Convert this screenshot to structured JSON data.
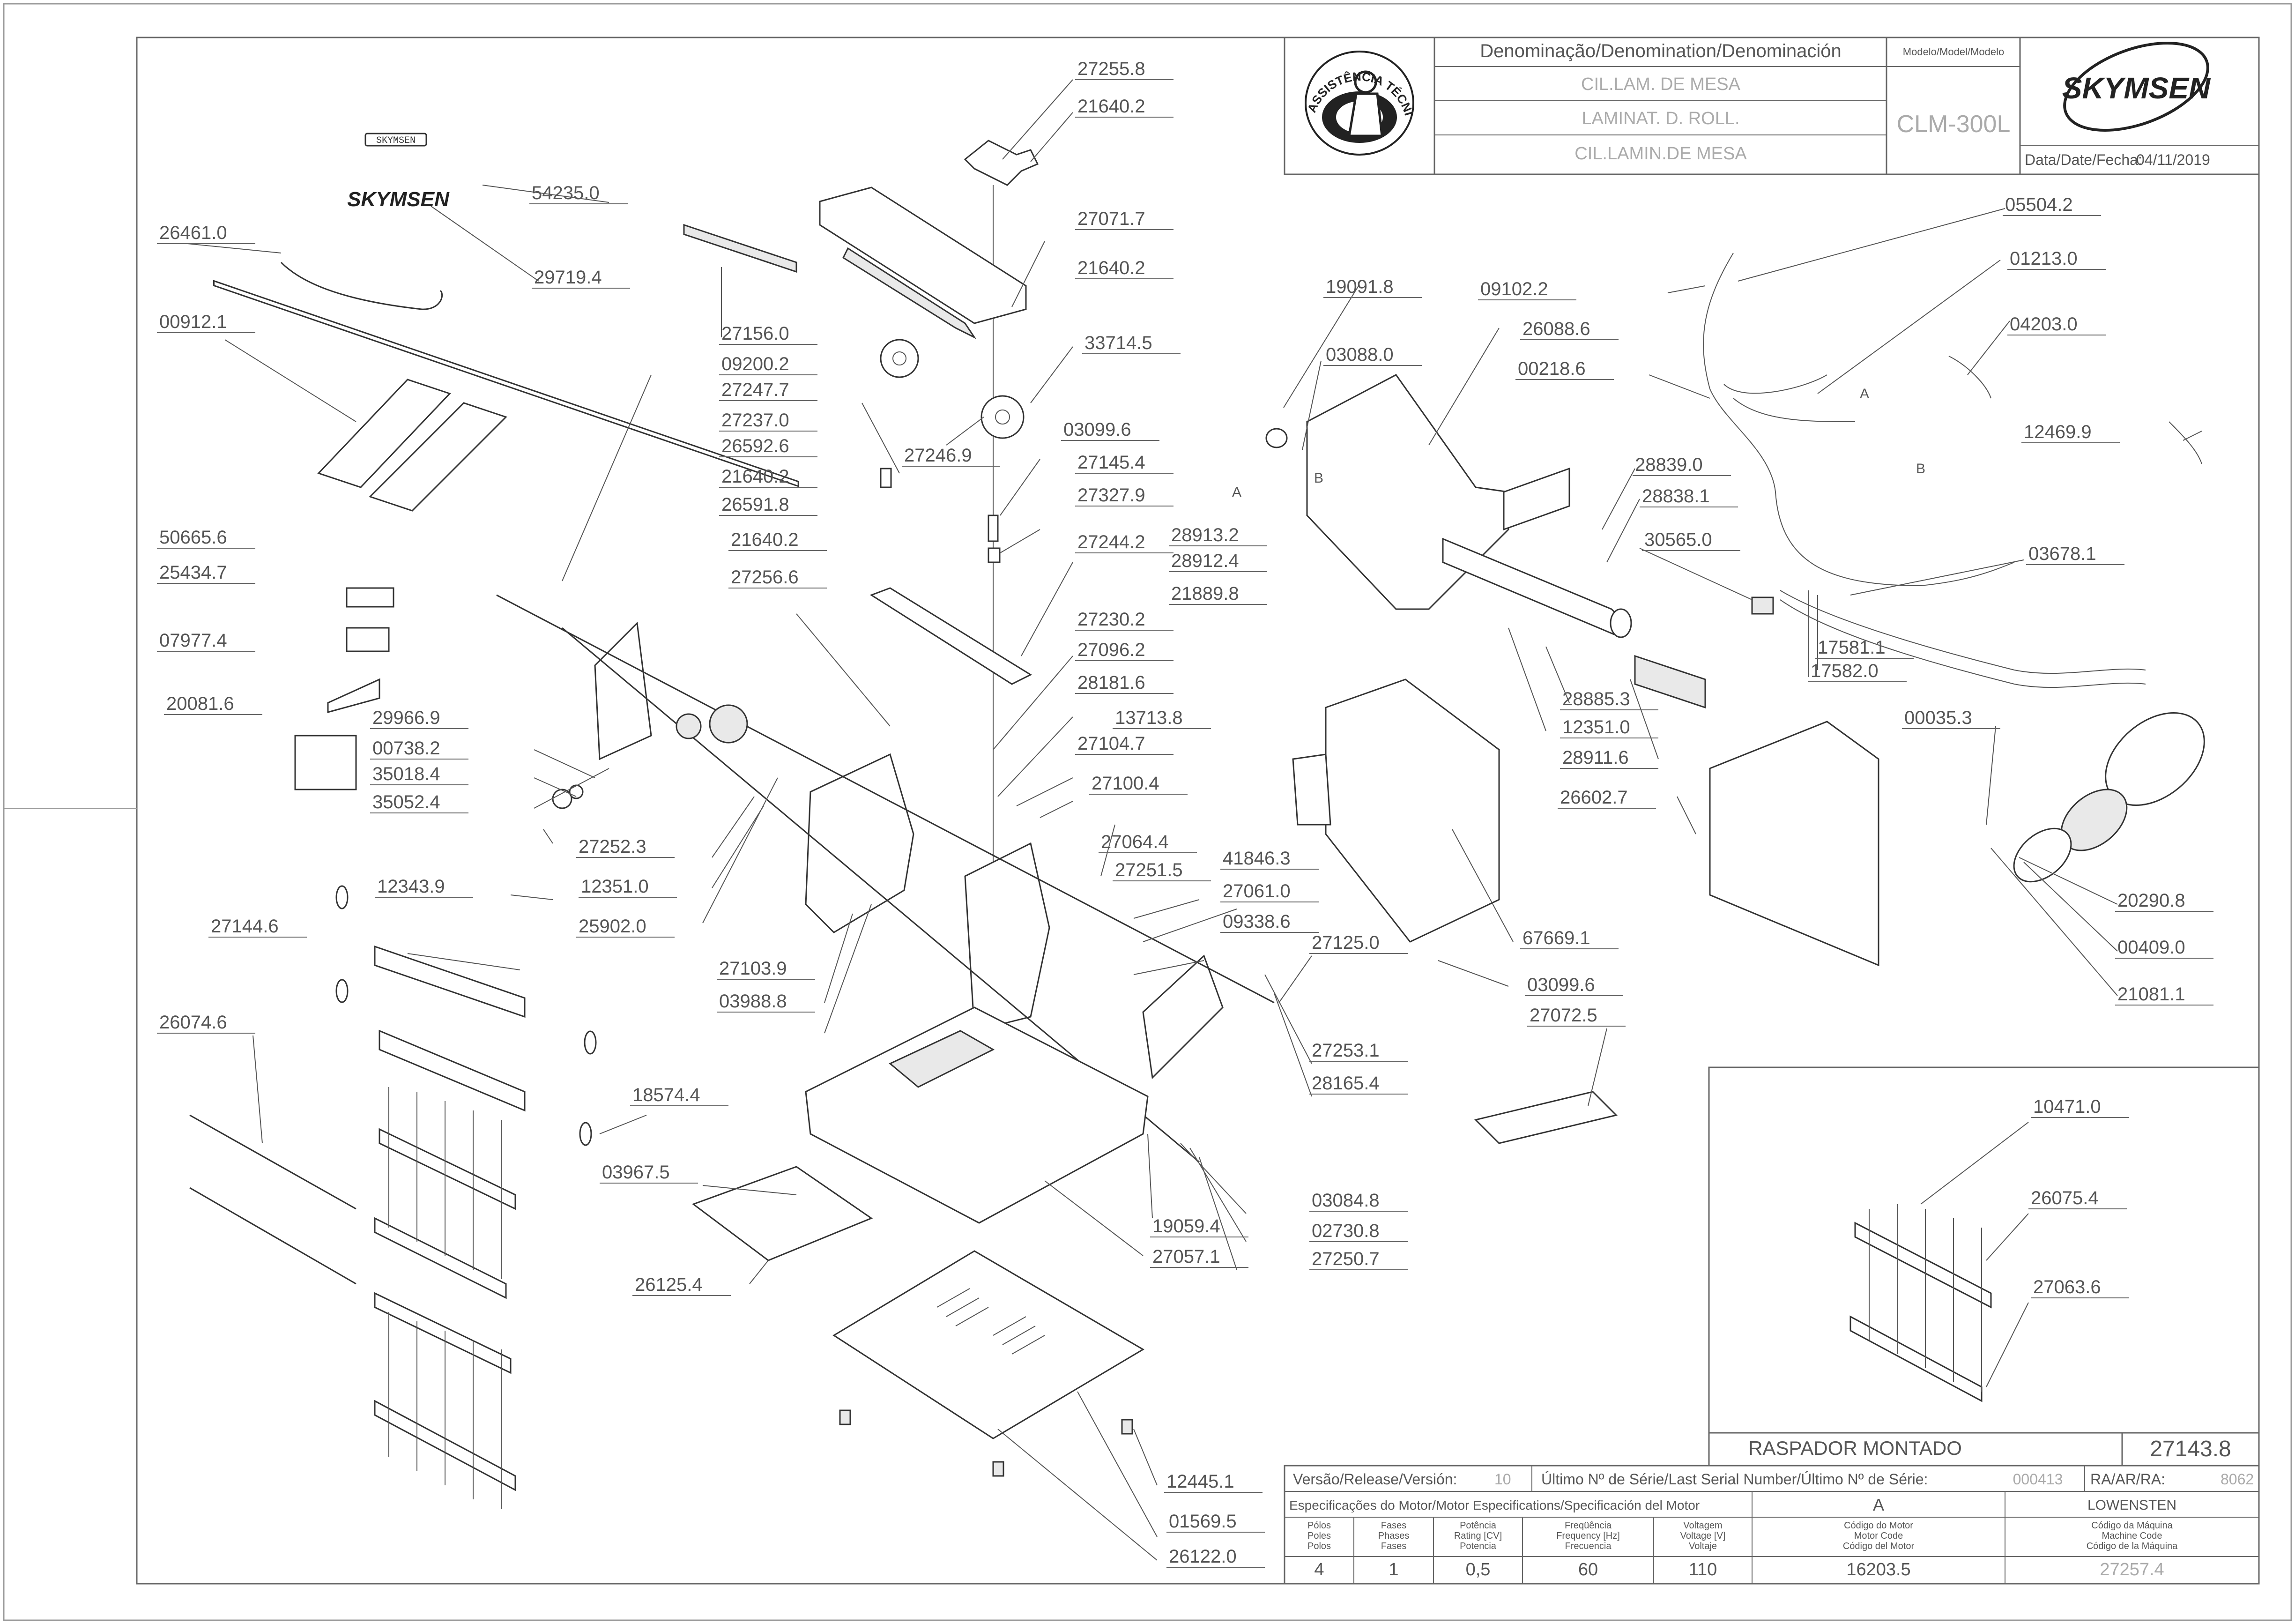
{
  "title_block": {
    "denomination_header": "Denominação/Denomination/Denominación",
    "model_header": "Modelo/Model/Modelo",
    "name_pt": "CIL.LAM. DE MESA",
    "name_en": "LAMINAT. D. ROLL.",
    "name_es": "CIL.LAMIN.DE MESA",
    "model": "CLM-300L",
    "date_label": "Data/Date/Fecha:",
    "date": "04/11/2019",
    "seal_text": "ASSISTÊNCIA TÉCNICA AUTORIZADA",
    "brand_logo": "SKYMSEN"
  },
  "parts": [
    "27255.8",
    "21640.2",
    "54235.0",
    "29719.4",
    "27071.7",
    "21640.2",
    "26461.0",
    "00912.1",
    "27156.0",
    "33714.5",
    "19091.8",
    "09102.2",
    "05504.2",
    "01213.0",
    "09200.2",
    "27247.7",
    "03088.0",
    "26088.6",
    "04203.0",
    "00218.6",
    "27237.0",
    "26592.6",
    "03099.6",
    "12469.9",
    "27246.9",
    "21640.2",
    "27145.4",
    "26591.8",
    "27327.9",
    "28913.2",
    "28912.4",
    "21889.8",
    "28839.0",
    "28838.1",
    "21640.2",
    "27244.2",
    "50665.6",
    "30565.0",
    "03678.1",
    "25434.7",
    "27256.6",
    "27230.2",
    "07977.4",
    "27096.2",
    "17581.1",
    "17582.0",
    "28181.6",
    "20081.6",
    "28885.3",
    "29966.9",
    "13713.8",
    "12351.0",
    "00738.2",
    "27104.7",
    "28911.6",
    "00035.3",
    "35018.4",
    "27100.4",
    "26602.7",
    "35052.4",
    "27252.3",
    "27064.4",
    "12351.0",
    "41846.3",
    "27251.5",
    "20290.8",
    "12343.9",
    "27061.0",
    "25902.0",
    "09338.6",
    "27144.6",
    "27125.0",
    "67669.1",
    "00409.0",
    "27103.9",
    "03988.8",
    "03099.6",
    "21081.1",
    "26074.6",
    "27072.5",
    "27253.1",
    "18574.4",
    "28165.4",
    "03967.5",
    "19059.4",
    "03084.8",
    "02730.8",
    "27057.1",
    "26125.4",
    "27250.7",
    "12445.1",
    "01569.5",
    "26122.0"
  ],
  "inset": {
    "parts": [
      "10471.0",
      "26075.4",
      "27063.6"
    ],
    "title": "RASPADOR MONTADO",
    "code": "27143.8"
  },
  "arrow_labels": [
    "A",
    "B",
    "A",
    "B"
  ],
  "footer": {
    "version_label": "Versão/Release/Versión:",
    "version": "10",
    "serial_label": "Último Nº de Série/Last Serial Number/Último Nº de Série:",
    "serial": "000413",
    "ra_label": "RA/AR/RA:",
    "ra": "8062",
    "motor_spec_label": "Especificações do Motor/Motor Especifications/Specificación del Motor",
    "motor_variant": "A",
    "motor_brand": "LOWENSTEN",
    "columns": [
      {
        "header": [
          "Pólos",
          "Poles",
          "Polos"
        ],
        "value": "4"
      },
      {
        "header": [
          "Fases",
          "Phases",
          "Fases"
        ],
        "value": "1"
      },
      {
        "header": [
          "Potência",
          "Rating [CV]",
          "Potencia"
        ],
        "value": "0,5"
      },
      {
        "header": [
          "Freqüência",
          "Frequency [Hz]",
          "Frecuencia"
        ],
        "value": "60"
      },
      {
        "header": [
          "Voltagem",
          "Voltage [V]",
          "Voltaje"
        ],
        "value": "110"
      },
      {
        "header": [
          "Código do Motor",
          "Motor Code",
          "Código del Motor"
        ],
        "value": "16203.5"
      },
      {
        "header": [
          "Código da Máquina",
          "Machine Code",
          "Código de la Máquina"
        ],
        "value": "27257.4"
      }
    ]
  },
  "colors": {
    "line": "#333333",
    "text": "#555555",
    "muted": "#aaaaaa"
  }
}
